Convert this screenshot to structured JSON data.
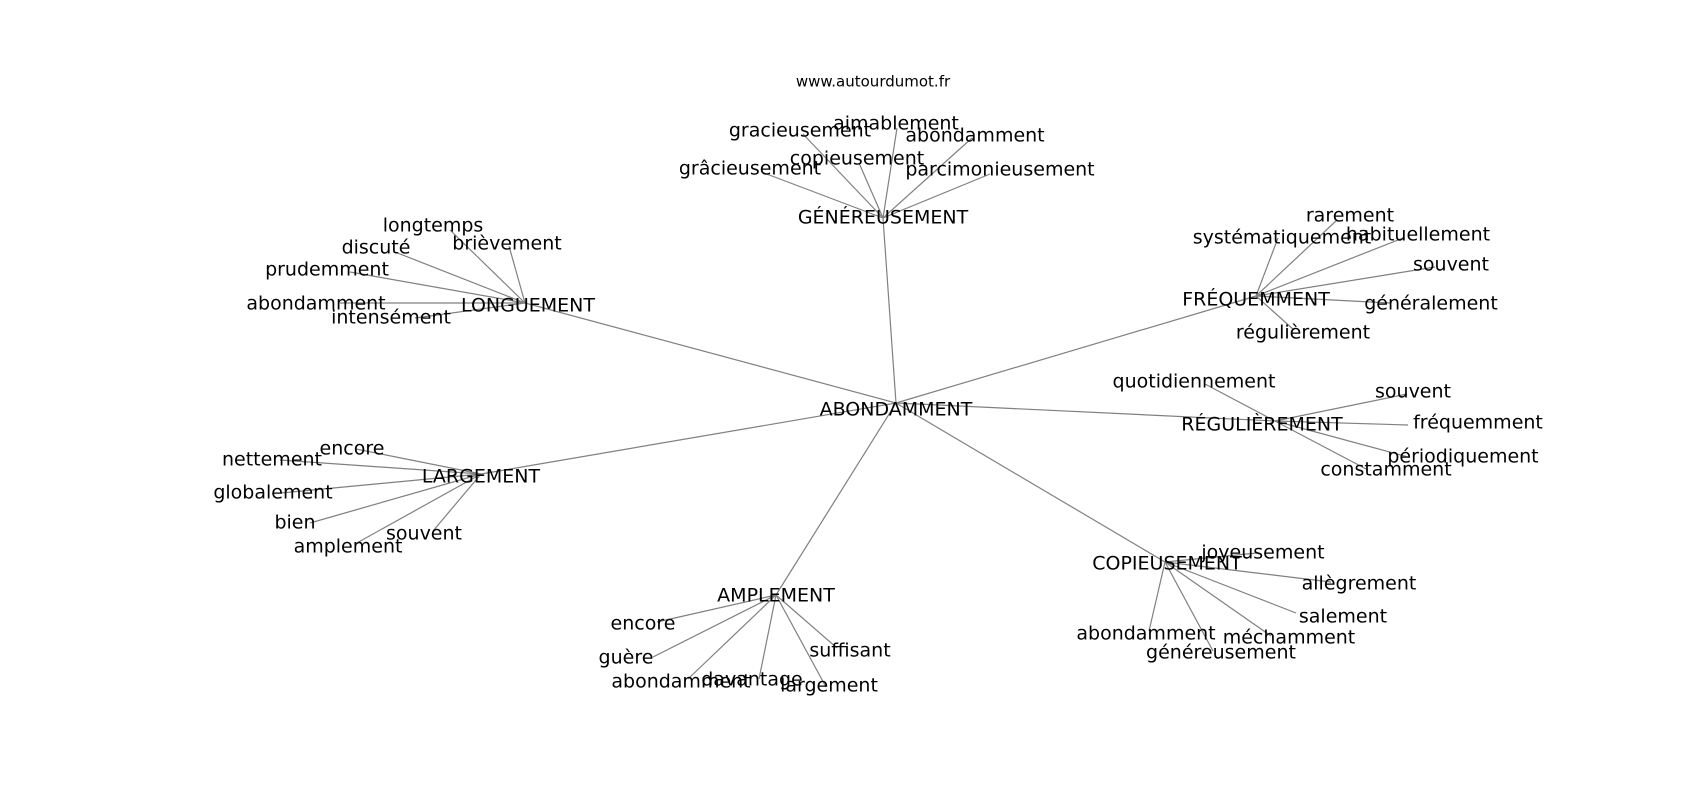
{
  "source": "www.autourdumot.fr",
  "root": "ABONDAMMENT",
  "clusters": [
    {
      "id": "genereusement",
      "label": "GÉNÉREUSEMENT",
      "leaves": [
        "gracieusement",
        "aimablement",
        "abondamment",
        "copieusement",
        "grâcieusement",
        "parcimonieusement"
      ]
    },
    {
      "id": "longuement",
      "label": "LONGUEMENT",
      "leaves": [
        "longtemps",
        "brièvement",
        "discuté",
        "prudemment",
        "abondamment",
        "intensément"
      ]
    },
    {
      "id": "frequemment",
      "label": "FRÉQUEMMENT",
      "leaves": [
        "rarement",
        "systématiquement",
        "habituellement",
        "souvent",
        "généralement",
        "régulièrement"
      ]
    },
    {
      "id": "regulierement",
      "label": "RÉGULIÈREMENT",
      "leaves": [
        "quotidiennement",
        "souvent",
        "fréquemment",
        "périodiquement",
        "constamment"
      ]
    },
    {
      "id": "largement",
      "label": "LARGEMENT",
      "leaves": [
        "encore",
        "nettement",
        "globalement",
        "bien",
        "souvent",
        "amplement"
      ]
    },
    {
      "id": "amplement",
      "label": "AMPLEMENT",
      "leaves": [
        "encore",
        "guère",
        "suffisant",
        "abondamment",
        "davantage",
        "largement"
      ]
    },
    {
      "id": "copieusement",
      "label": "COPIEUSEMENT",
      "leaves": [
        "joyeusement",
        "allègrement",
        "salement",
        "abondamment",
        "méchamment",
        "généreusement"
      ]
    }
  ]
}
